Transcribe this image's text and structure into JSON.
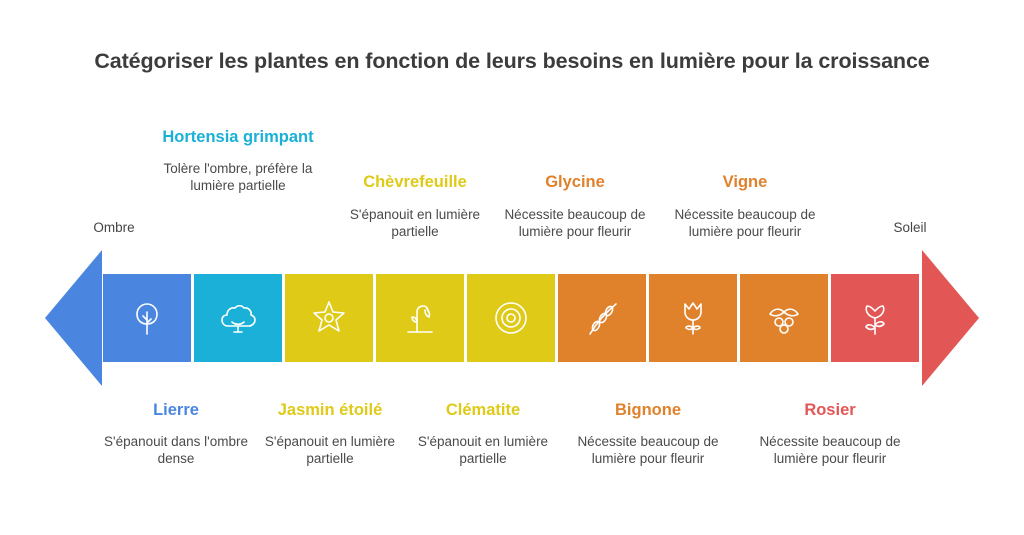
{
  "title": "Catégoriser les plantes en fonction de leurs besoins en lumière pour la croissance",
  "scale": {
    "left": "Ombre",
    "right": "Soleil"
  },
  "colors": {
    "blue": "#4a86e0",
    "cyan": "#1ab0d8",
    "yellow": "#dfca18",
    "orange": "#e0822c",
    "red": "#e35656"
  },
  "plants": [
    {
      "name": "Lierre",
      "desc": "S'épanouit dans l'ombre dense",
      "icon": "tree-icon",
      "color": "#4a86e0",
      "position": "bottom"
    },
    {
      "name": "Hortensia grimpant",
      "desc": "Tolère l'ombre, préfère la lumière partielle",
      "icon": "bush-icon",
      "color": "#1ab0d8",
      "position": "top"
    },
    {
      "name": "Jasmin étoilé",
      "desc": "S'épanouit en lumière partielle",
      "icon": "star-flower-icon",
      "color": "#dfca18",
      "position": "bottom"
    },
    {
      "name": "Chèvrefeuille",
      "desc": "S'épanouit en lumière partielle",
      "icon": "wilted-flower-icon",
      "color": "#dfca18",
      "position": "top"
    },
    {
      "name": "Clématite",
      "desc": "S'épanouit en lumière partielle",
      "icon": "round-flower-icon",
      "color": "#dfca18",
      "position": "bottom"
    },
    {
      "name": "Glycine",
      "desc": "Nécessite beaucoup de lumière pour fleurir",
      "icon": "flower-branch-icon",
      "color": "#e0822c",
      "position": "top"
    },
    {
      "name": "Bignone",
      "desc": "Nécessite beaucoup de lumière pour fleurir",
      "icon": "tulip-icon",
      "color": "#e0822c",
      "position": "bottom"
    },
    {
      "name": "Vigne",
      "desc": "Nécessite beaucoup de lumière pour fleurir",
      "icon": "grapes-icon",
      "color": "#e0822c",
      "position": "top"
    },
    {
      "name": "Rosier",
      "desc": "Nécessite beaucoup de lumière pour fleurir",
      "icon": "rose-icon",
      "color": "#e35656",
      "position": "bottom"
    }
  ]
}
